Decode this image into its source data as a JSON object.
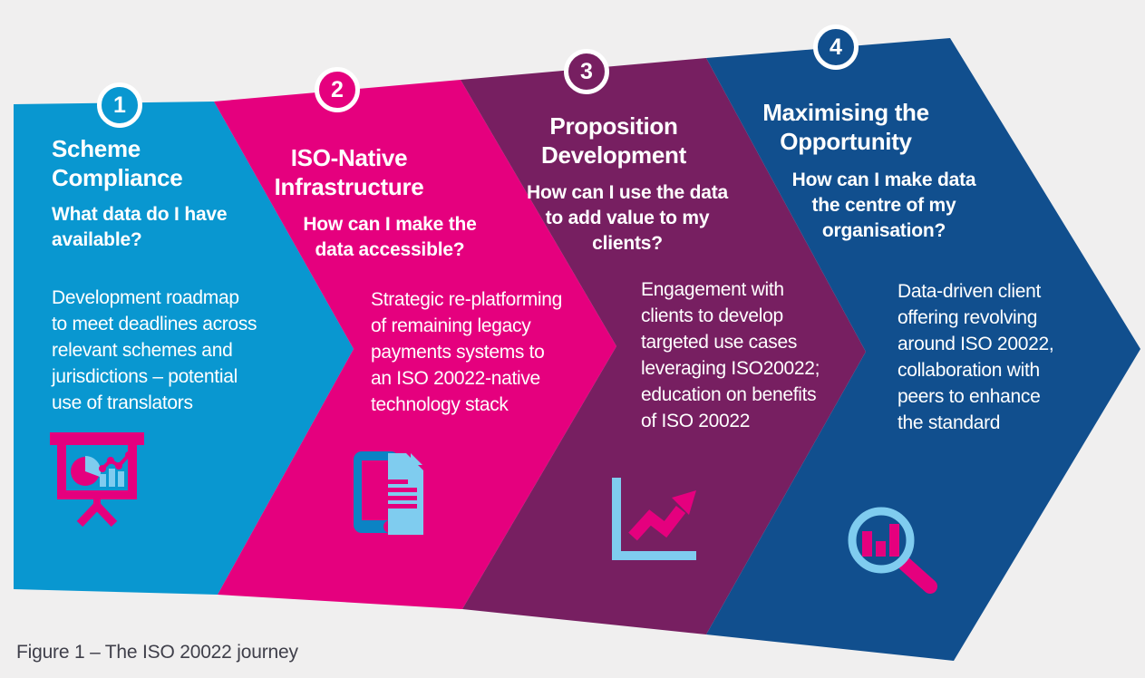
{
  "figure_caption": "Figure 1 – The ISO 20022 journey",
  "background_color": "#F0EFEF",
  "caption_color": "#3F3F4A",
  "icon_colors": {
    "light_blue": "#7FCCEF",
    "medium_blue": "#0B83C4",
    "pink": "#E5007E"
  },
  "stages": [
    {
      "number": "1",
      "color": "#0997D0",
      "icon": "presentation-chart-icon",
      "title_lines": [
        "Scheme",
        "Compliance"
      ],
      "subtitle_lines": [
        "What data do I have",
        "available?"
      ],
      "body_lines": [
        "Development roadmap",
        "to meet deadlines across",
        "relevant schemes and",
        "jurisdictions – potential",
        "use of translators"
      ]
    },
    {
      "number": "2",
      "color": "#E5007E",
      "icon": "document-phone-icon",
      "title_lines": [
        "ISO-Native",
        "Infrastructure"
      ],
      "subtitle_lines": [
        "How can I make the",
        "data accessible?"
      ],
      "body_lines": [
        "Strategic re-platforming",
        "of remaining legacy",
        "payments systems to",
        "an ISO 20022-native",
        "technology stack"
      ]
    },
    {
      "number": "3",
      "color": "#771F61",
      "icon": "growth-arrow-chart-icon",
      "title_lines": [
        "Proposition",
        "Development"
      ],
      "subtitle_lines": [
        "How can I use the data",
        "to add value to my",
        "clients?"
      ],
      "body_lines": [
        "Engagement with",
        "clients to develop",
        "targeted use cases",
        "leveraging ISO20022;",
        "education on benefits",
        "of ISO 20022"
      ]
    },
    {
      "number": "4",
      "color": "#114F8E",
      "icon": "magnifier-bar-chart-icon",
      "title_lines": [
        "Maximising the",
        "Opportunity"
      ],
      "subtitle_lines": [
        "How can I make data",
        "the centre of my",
        "organisation?"
      ],
      "body_lines": [
        "Data-driven client",
        "offering revolving",
        "around ISO 20022,",
        "collaboration with",
        "peers to enhance",
        "the standard"
      ]
    }
  ]
}
